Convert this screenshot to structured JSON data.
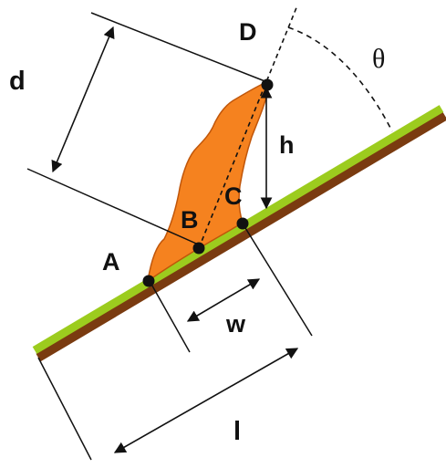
{
  "labels": {
    "A": "A",
    "B": "B",
    "C": "C",
    "D": "D",
    "d": "d",
    "h": "h",
    "w": "w",
    "l": "l",
    "theta": "θ"
  },
  "colors": {
    "stem_top": "#9ccc1e",
    "stem_bottom": "#7a3b10",
    "shape_fill": "#f5821f",
    "shape_stroke": "#c0560a",
    "lines": "#111111"
  }
}
